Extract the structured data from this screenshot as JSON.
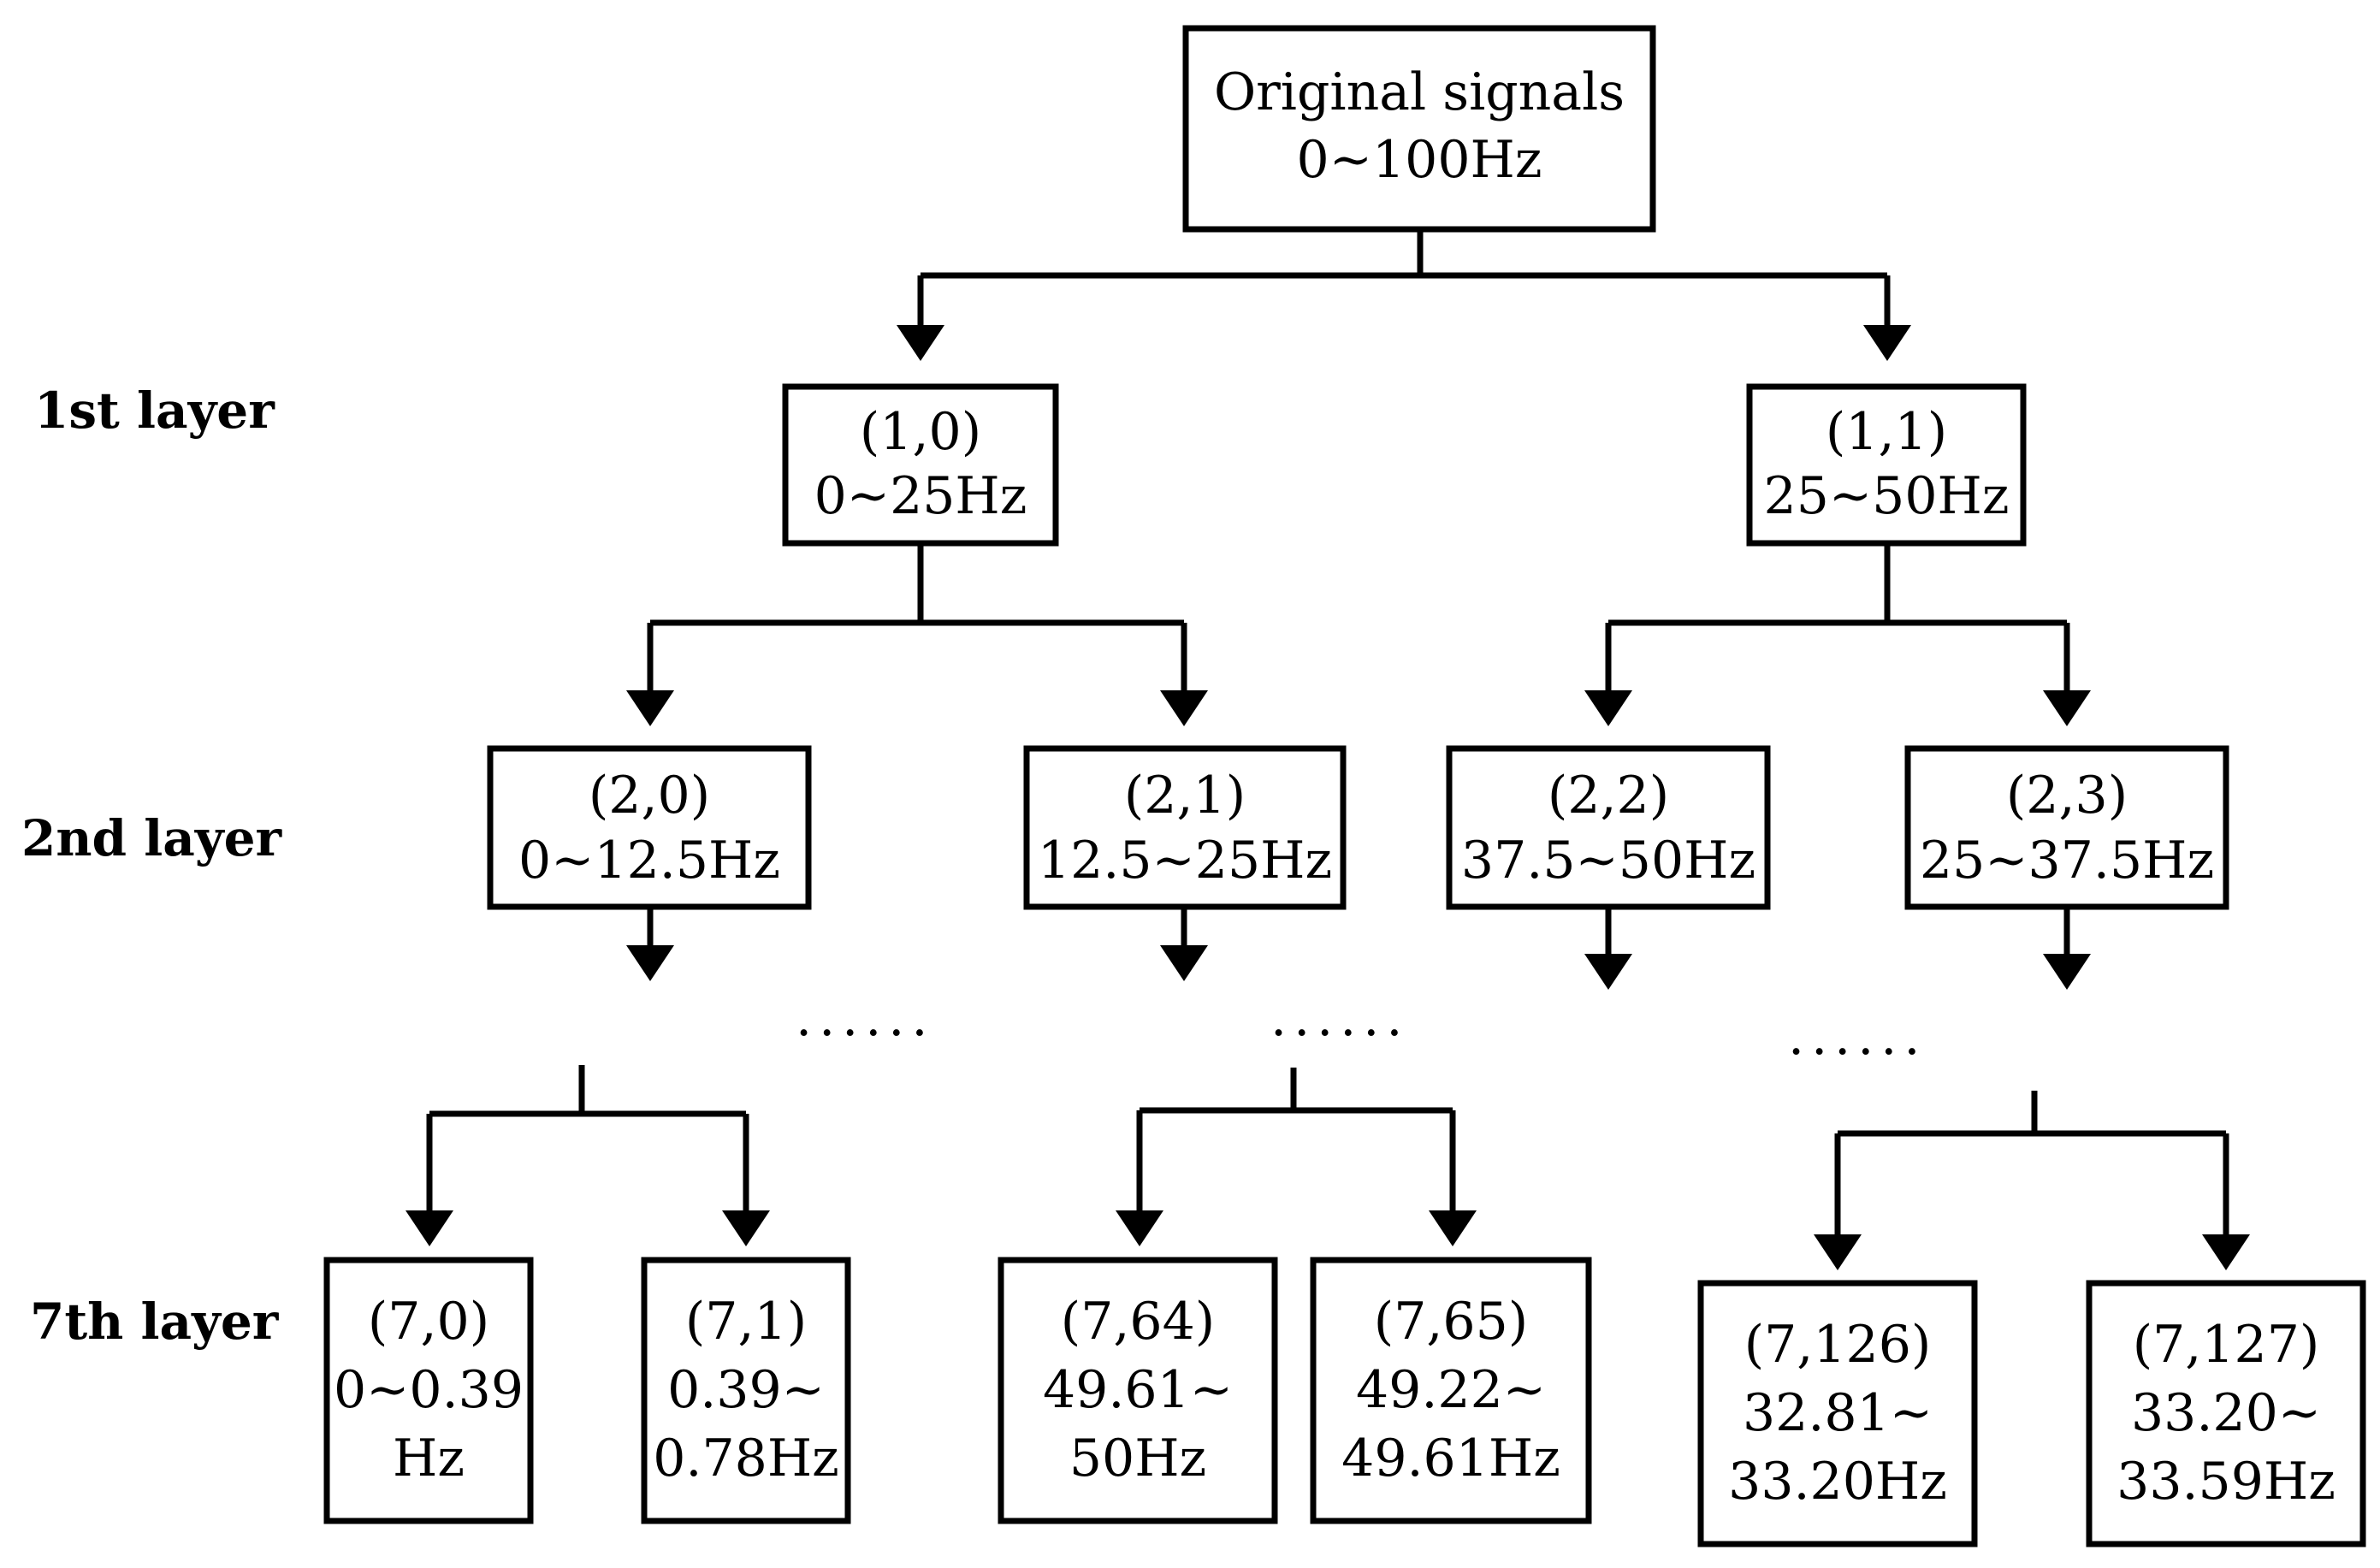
{
  "layers": [
    {
      "label": "1st layer"
    },
    {
      "label": "2nd layer"
    },
    {
      "label": "7th layer"
    }
  ],
  "nodes": [
    {
      "lines": [
        "Original signals",
        "0~100Hz"
      ]
    },
    {
      "lines": [
        "(1,0)",
        "0~25Hz"
      ]
    },
    {
      "lines": [
        "(1,1)",
        "25~50Hz"
      ]
    },
    {
      "lines": [
        "(2,0)",
        "0~12.5Hz"
      ]
    },
    {
      "lines": [
        "(2,1)",
        "12.5~25Hz"
      ]
    },
    {
      "lines": [
        "(2,2)",
        "37.5~50Hz"
      ]
    },
    {
      "lines": [
        "(2,3)",
        "25~37.5Hz"
      ]
    },
    {
      "lines": [
        "(7,0)",
        "0~0.39",
        "Hz"
      ]
    },
    {
      "lines": [
        "(7,1)",
        "0.39~",
        "0.78Hz"
      ]
    },
    {
      "lines": [
        "(7,64)",
        "49.61~",
        "50Hz"
      ]
    },
    {
      "lines": [
        "(7,65)",
        "49.22~",
        "49.61Hz"
      ]
    },
    {
      "lines": [
        "(7,126)",
        "32.81~",
        "33.20Hz"
      ]
    },
    {
      "lines": [
        "(7,127)",
        "33.20~",
        "33.59Hz"
      ]
    }
  ],
  "ellipses": [
    "......",
    "......",
    "......"
  ],
  "colors": {
    "stroke": "#000000",
    "background": "#ffffff"
  }
}
